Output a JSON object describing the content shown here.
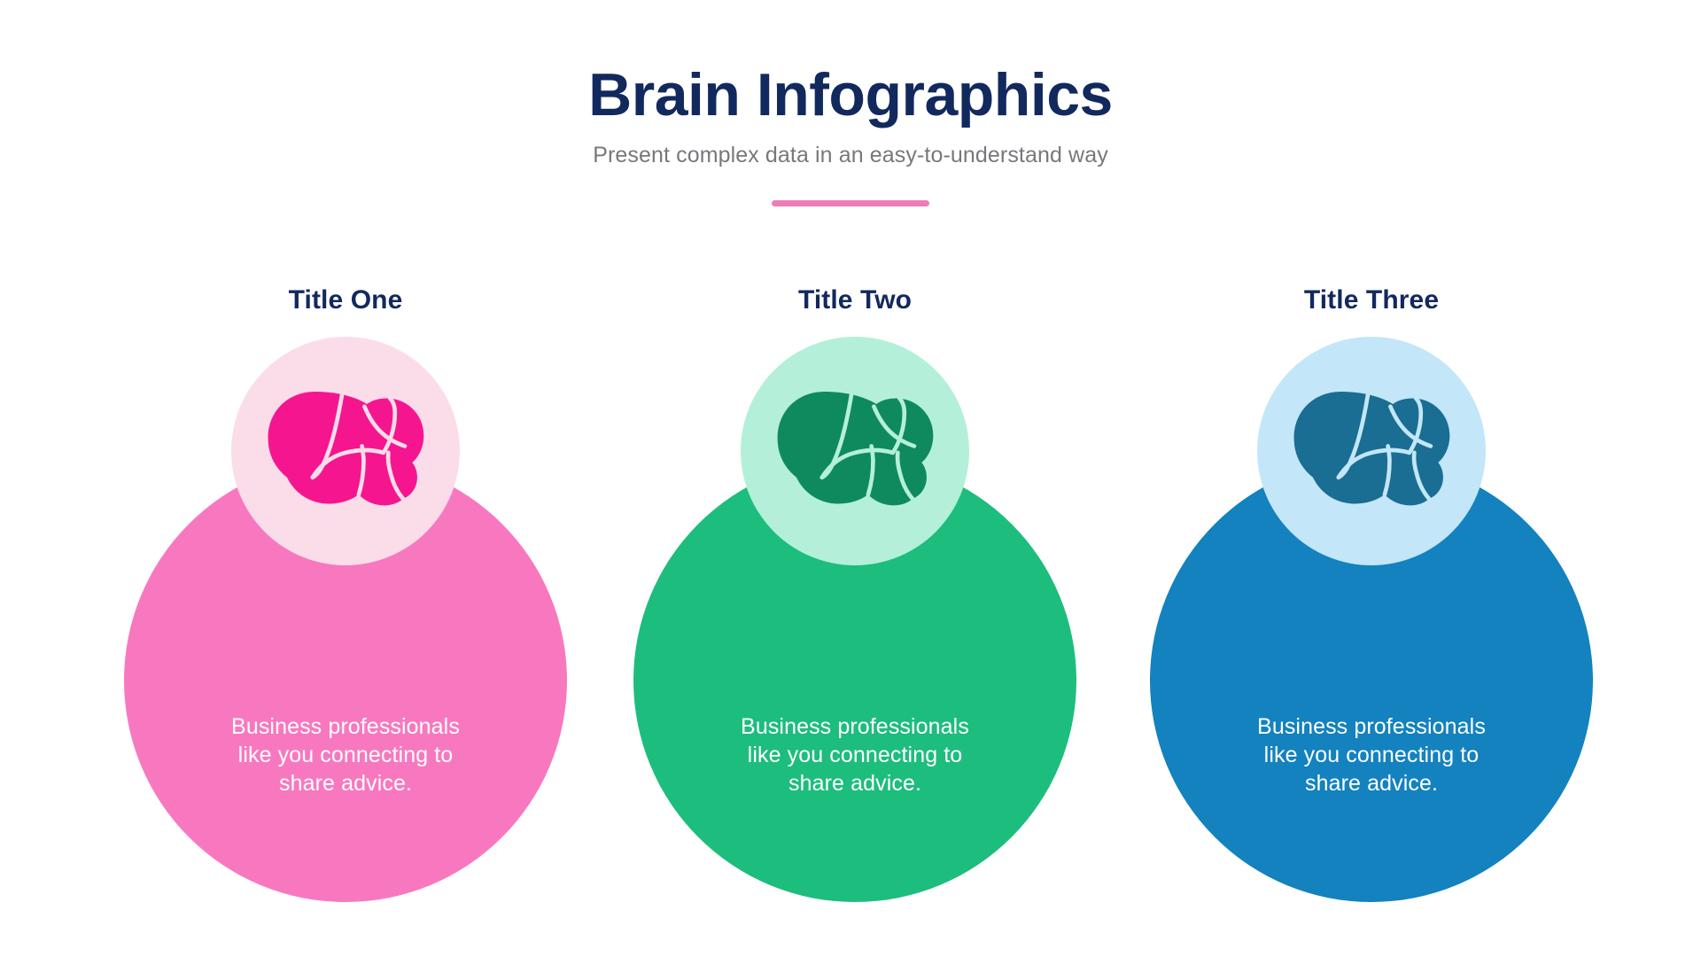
{
  "header": {
    "title": "Brain Infographics",
    "subtitle": "Present complex data in an easy-to-understand way",
    "divider_color": "#ef7cba",
    "title_color": "#12295e",
    "subtitle_color": "#77787c"
  },
  "icons": {
    "brain": "brain-icon"
  },
  "cards": [
    {
      "title": "Title One",
      "body": "Business professionals\nlike you connecting to\nshare advice.",
      "circle_color": "#f878c0",
      "icon_bg_color": "#fbdde9",
      "icon_color": "#f5168f",
      "icon_line_color": "#fbdde9",
      "icon_name": "brain-icon"
    },
    {
      "title": "Title Two",
      "body": "Business professionals\nlike you connecting to\nshare advice.",
      "circle_color": "#1dbd7d",
      "icon_bg_color": "#b4f0d9",
      "icon_color": "#0f8a5f",
      "icon_line_color": "#b4f0d9",
      "icon_name": "brain-icon"
    },
    {
      "title": "Title Three",
      "body": "Business professionals\nlike you connecting to\nshare advice.",
      "circle_color": "#1382bf",
      "icon_bg_color": "#c3e6f9",
      "icon_color": "#1a6d93",
      "icon_line_color": "#c3e6f9",
      "icon_name": "brain-icon"
    }
  ]
}
